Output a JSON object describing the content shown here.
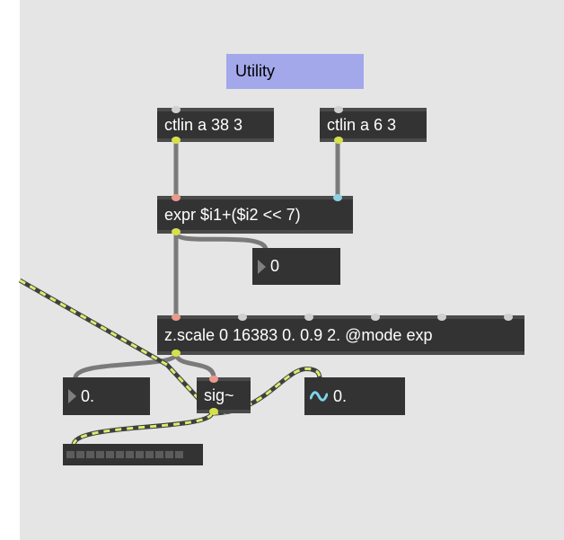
{
  "comment": {
    "text": "Utility"
  },
  "objects": {
    "ctlin_a": "ctlin a 38 3",
    "ctlin_b": "ctlin a 6 3",
    "expr": "expr $i1+($i2 << 7)",
    "zscale": "z.scale 0 16383 0. 0.9 2. @mode exp",
    "sig": "sig~"
  },
  "number_boxes": {
    "expr_out": "0",
    "float_out": "0."
  },
  "signal_number": {
    "value": "0.",
    "icon": "signal-wave-icon"
  },
  "meter": {
    "segments": 12
  },
  "colors": {
    "patcher_bg": "#e5e5e5",
    "object_bg": "#333333",
    "comment_bg": "#a3a8ea",
    "signal_cord": "#d4ef6a",
    "inlet_red": "#e89a8c",
    "inlet_blue": "#8ed0e0",
    "outlet_yellow": "#d6e04c",
    "signal_icon": "#7fd4ea"
  }
}
